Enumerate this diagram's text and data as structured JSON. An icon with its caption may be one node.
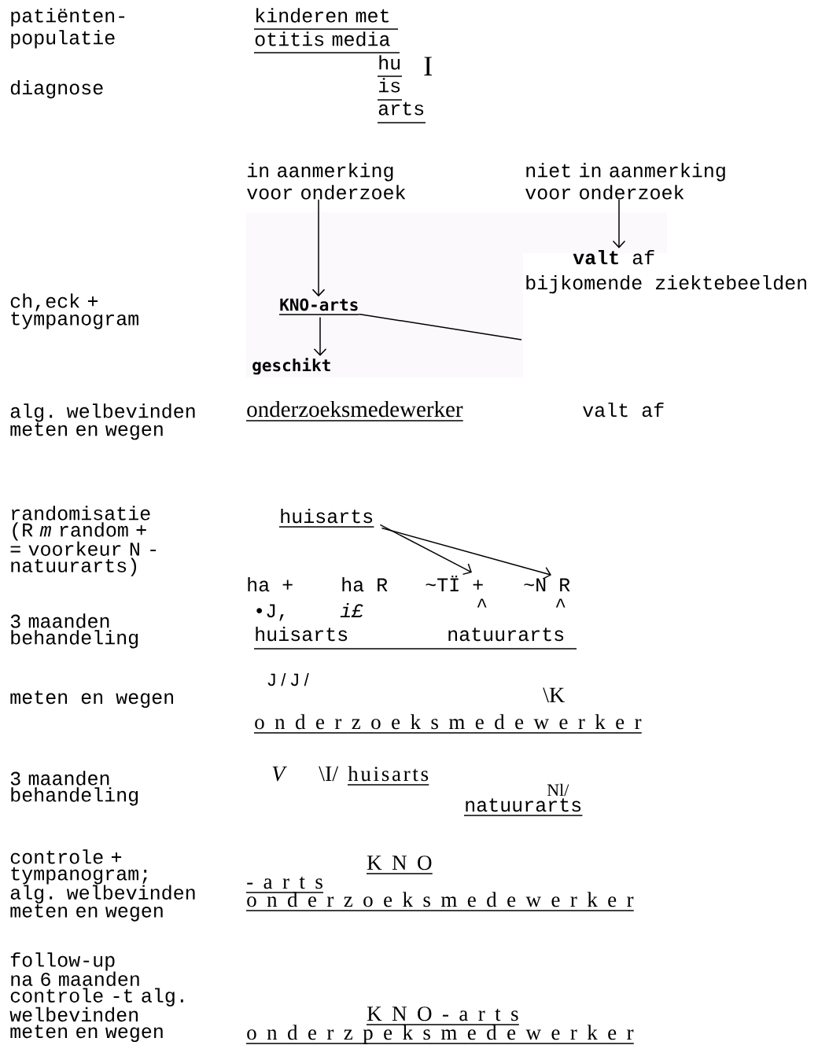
{
  "diagram": {
    "nodes": [
      {
        "text": [
          "in aanmerking voor onderzoek"
        ]
      },
      {
        "text": [
          "KNO-arts"
        ]
      },
      {
        "text": [
          "geschikt"
        ]
      },
      {
        "text": [
          "niet in aanmerking voor onderzoek"
        ]
      },
      {
        "text": [
          "**valt** af"
        ]
      },
      {
        "text": [
          "huisarts"
        ]
      },
      {
        "text": [
          "~TÏ +"
        ]
      },
      {
        "text": [
          "~N R"
        ]
      }
    ],
    "edges": [
      {
        "from": 0,
        "to": 1,
        "arrow": "to"
      },
      {
        "from": 1,
        "to": 2,
        "arrow": "to"
      },
      {
        "from": 3,
        "to": 4,
        "arrow": "to"
      },
      {
        "from": 1,
        "to": null,
        "arrow": "none"
      },
      {
        "from": 5,
        "to": 6,
        "arrow": "to"
      },
      {
        "from": 5,
        "to": 7,
        "arrow": "to"
      }
    ],
    "labels": [
      "patiënten- populatie",
      "kinderen met otitis media",
      "I",
      "hu is arts",
      "diagnose",
      "bijkomende ziektebeelden",
      "ch,eck + tympanogram",
      "alg. welbevinden meten en wegen",
      "onderzoeksmedewerker",
      "valt af",
      "randomisatie (R *m* random + = voorkeur N - natuurarts)",
      "ha +",
      "ha R",
      "•J,",
      "i£",
      "^",
      "^",
      "3 maanden behandeling",
      "huisarts",
      "natuurarts",
      "J / J /",
      "meten en wegen",
      "\\K",
      "o n d e r z o e k s m e d e w e r k e r",
      "V",
      "\\I/",
      "huisarts",
      "3 maanden behandeling",
      "Nl/",
      "natuurarts",
      "controle + tympanogram; alg. welbevinden meten en wegen",
      "K N O",
      "- a r t s",
      "o n d e r z o e k s m e d e w e r k e r",
      "follow-up na 6 maanden controle -t alg. welbevinden meten en wegen",
      "K N O - a r t s",
      "o n d e r z p e k s m e d e w e r k e r"
    ]
  }
}
